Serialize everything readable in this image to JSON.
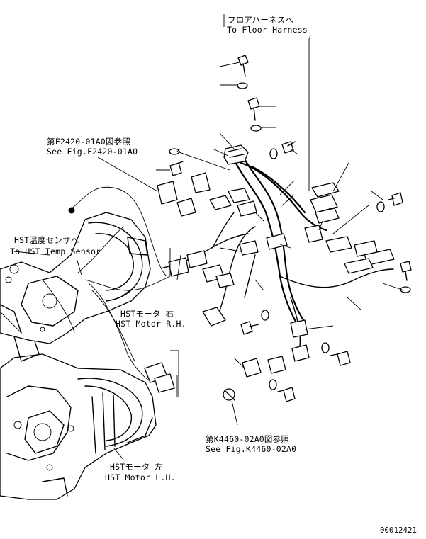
{
  "labels": {
    "floor_harness_jp": "フロアハーネスへ",
    "floor_harness_en": "To Floor Harness",
    "fig_f2420_jp": "第F2420-01A0図参照",
    "fig_f2420_en": "See Fig.F2420-01A0",
    "hst_temp_jp": "HST温度センサへ",
    "hst_temp_en": "To HST Temp Sensor",
    "hst_motor_rh_jp": "HSTモータ 右",
    "hst_motor_rh_en": "HST Motor R.H.",
    "fig_k4460_jp": "第K4460-02A0図参照",
    "fig_k4460_en": "See Fig.K4460-02A0",
    "hst_motor_lh_jp": "HSTモータ 左",
    "hst_motor_lh_en": "HST Motor L.H.",
    "drawing_number": "00012421"
  }
}
